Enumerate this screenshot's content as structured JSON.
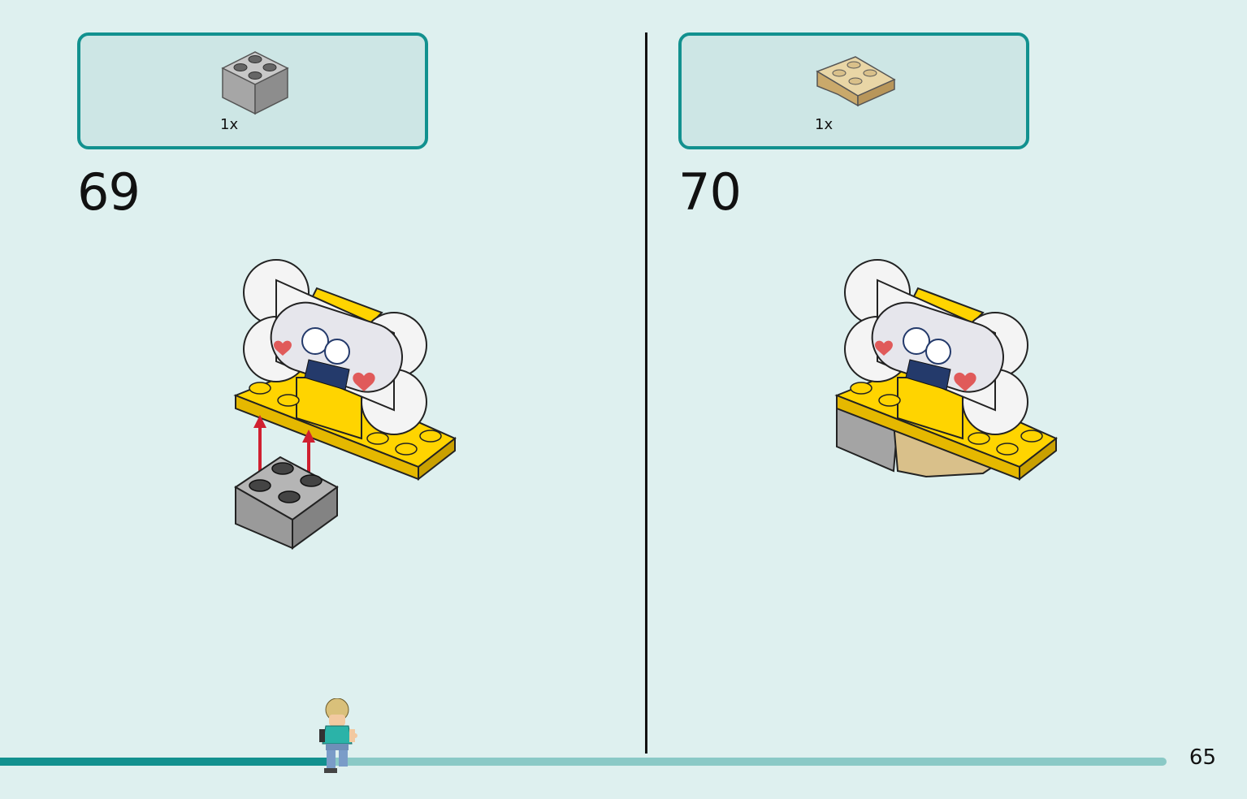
{
  "steps": [
    {
      "number": "69",
      "parts": [
        {
          "qty": "1x",
          "part": "gray-2x2-brick"
        }
      ],
      "illustration": "attach-gray-brick-under-yellow-plate"
    },
    {
      "number": "70",
      "parts": [
        {
          "qty": "1x",
          "part": "tan-inverted-slope-2x2"
        }
      ],
      "illustration": "bone-sign-assembly-with-tan-slope"
    }
  ],
  "page_number": "65",
  "progress": {
    "fraction": 0.28
  },
  "colors": {
    "accent": "#12918f",
    "background": "#def0ef",
    "parts_box": "#cde6e5",
    "progress_track": "#8ac9c6",
    "brick_yellow": "#ffd400",
    "brick_gray": "#9c9c9c",
    "brick_tan": "#d9c08a",
    "arrow_red": "#d02030"
  }
}
